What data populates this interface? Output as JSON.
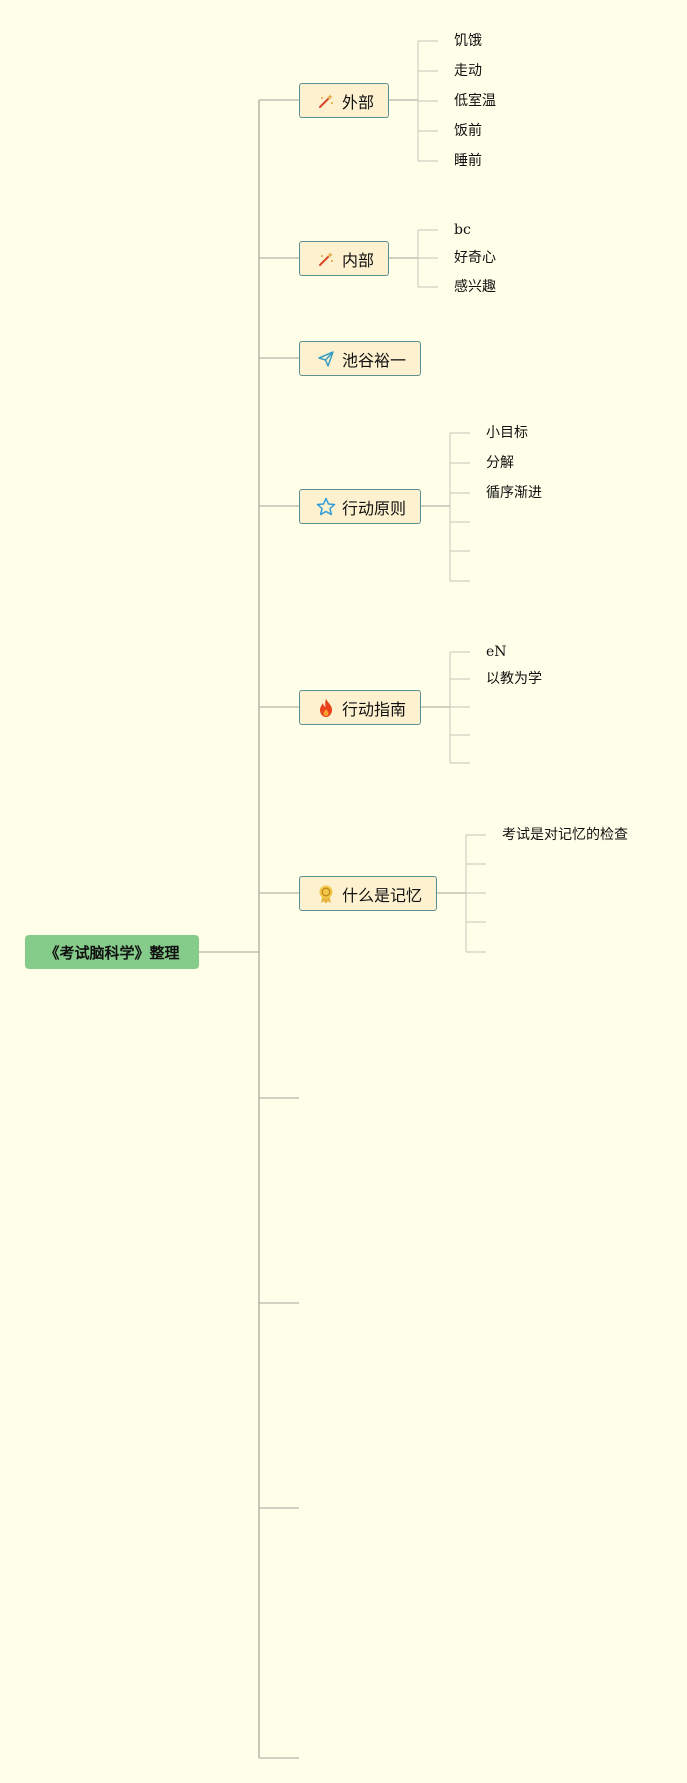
{
  "root": {
    "label": "《考试脑科学》整理"
  },
  "topics": [
    {
      "label": "外部",
      "icon": "magic-wand-icon",
      "leaves": [
        "饥饿",
        "走动",
        "低室温",
        "饭前",
        "睡前"
      ]
    },
    {
      "label": "内部",
      "icon": "magic-wand-icon",
      "leaves": [
        "bc",
        "好奇心",
        "感兴趣"
      ]
    },
    {
      "label": "池谷裕一",
      "icon": "paper-plane-icon",
      "leaves": []
    },
    {
      "label": "行动原则",
      "icon": "star-icon",
      "leaves": [
        "小目标",
        "分解",
        "循序渐进",
        "",
        "",
        ""
      ]
    },
    {
      "label": "行动指南",
      "icon": "flame-icon",
      "leaves": [
        "eN",
        "以教为学",
        "",
        "",
        ""
      ]
    },
    {
      "label": "什么是记忆",
      "icon": "award-ribbon-icon",
      "leaves": [
        "考试是对记忆的检查",
        "",
        "",
        "",
        ""
      ]
    },
    {
      "label": "",
      "icon": "",
      "leaves": []
    },
    {
      "label": "",
      "icon": "",
      "leaves": []
    },
    {
      "label": "",
      "icon": "",
      "leaves": []
    },
    {
      "label": "",
      "icon": "",
      "leaves": []
    }
  ],
  "colors": {
    "background": "#fefee9",
    "root_fill": "#85cc8a",
    "topic_fill": "#fdf1cf",
    "topic_border": "#5e8f92",
    "main_line": "#a0a59a",
    "leaf_line": "#c4c7bb"
  }
}
